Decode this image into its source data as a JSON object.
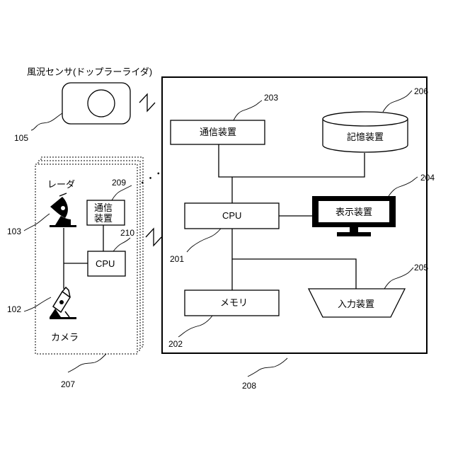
{
  "wind_sensor": {
    "title": "風況センサ(ドップラーライダ)",
    "ref": "105"
  },
  "local_unit": {
    "ref": "207",
    "radar_label": "レーダ",
    "radar_ref": "103",
    "camera_label": "カメラ",
    "camera_ref": "102",
    "comm_label_line1": "通信",
    "comm_label_line2": "装置",
    "comm_ref": "209",
    "cpu_label": "CPU",
    "cpu_ref": "210",
    "stack_dots": "・・・"
  },
  "server": {
    "ref": "208",
    "comm": {
      "label": "通信装置",
      "ref": "203"
    },
    "storage": {
      "label": "記憶装置",
      "ref": "206"
    },
    "cpu": {
      "label": "CPU",
      "ref": "201"
    },
    "display": {
      "label": "表示装置",
      "ref": "204"
    },
    "memory": {
      "label": "メモリ",
      "ref": "202"
    },
    "input": {
      "label": "入力装置",
      "ref": "205"
    }
  },
  "colors": {
    "line": "#000000",
    "background": "#ffffff",
    "display_fill": "#000000"
  },
  "icons": [
    "radar-icon",
    "camera-icon",
    "sensor-lens-icon",
    "wireless-zigzag-icon",
    "monitor-icon",
    "database-cylinder-icon"
  ]
}
